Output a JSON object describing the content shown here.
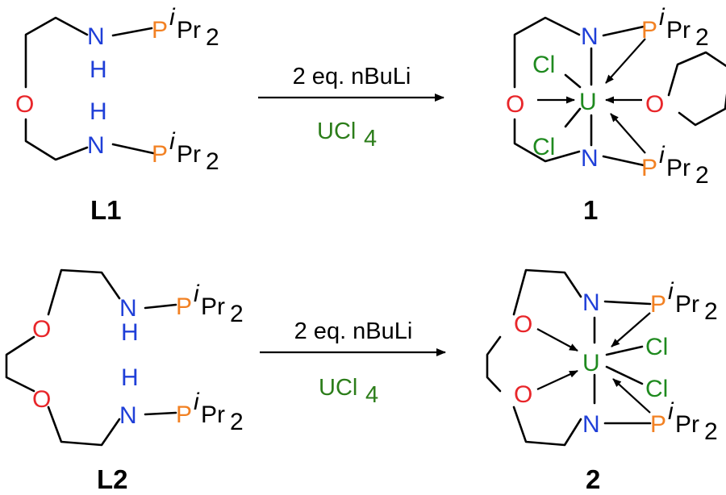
{
  "colors": {
    "bond": "#000000",
    "nitrogen": "#1f3fd8",
    "oxygen": "#e8262a",
    "phosphorus": "#f28123",
    "uranium_chlorine": "#1f8a1f",
    "reagent": "#2c7d1a"
  },
  "atoms": {
    "nitrogen": "N",
    "hydrogen": "H",
    "oxygen": "O",
    "phosphorus": "P",
    "iso_prefix": "i",
    "isopropyl": "Pr",
    "subscript_2": "2",
    "uranium": "U",
    "chlorine": "Cl"
  },
  "reactions": [
    {
      "reactant": "L1",
      "product": "1",
      "reagent_above": "2 eq. nBuLi",
      "reagent_below_main": "UCl",
      "reagent_below_sub": "4"
    },
    {
      "reactant": "L2",
      "product": "2",
      "reagent_above": "2 eq. nBuLi",
      "reagent_below_main": "UCl",
      "reagent_below_sub": "4"
    }
  ]
}
